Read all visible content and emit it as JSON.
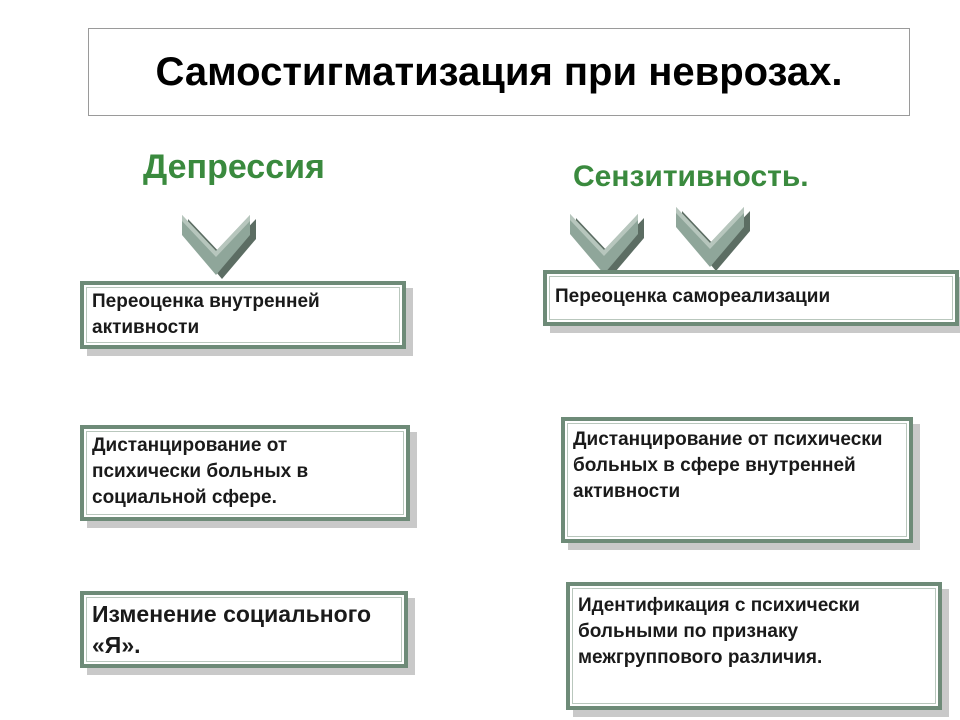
{
  "title": "Самостигматизация при неврозах.",
  "columns": {
    "left": {
      "heading": "Депрессия",
      "boxes": [
        "Переоценка внутренней активности",
        "Дистанцирование от психически больных в социальной сфере.",
        "Изменение социального «Я»."
      ]
    },
    "right": {
      "heading": "Сензитивность.",
      "boxes": [
        "Переоценка самореализации",
        "Дистанцирование от психически больных в сфере внутренней активности",
        "Идентификация с психически больными по признаку межгруппового различия."
      ]
    }
  },
  "colors": {
    "heading": "#3a8a3e",
    "box_border": "#6e8b78",
    "arrow_fill": "#8fa69a",
    "arrow_shadow": "#5c6d63"
  },
  "arrow_icon": "chevron-down-icon"
}
